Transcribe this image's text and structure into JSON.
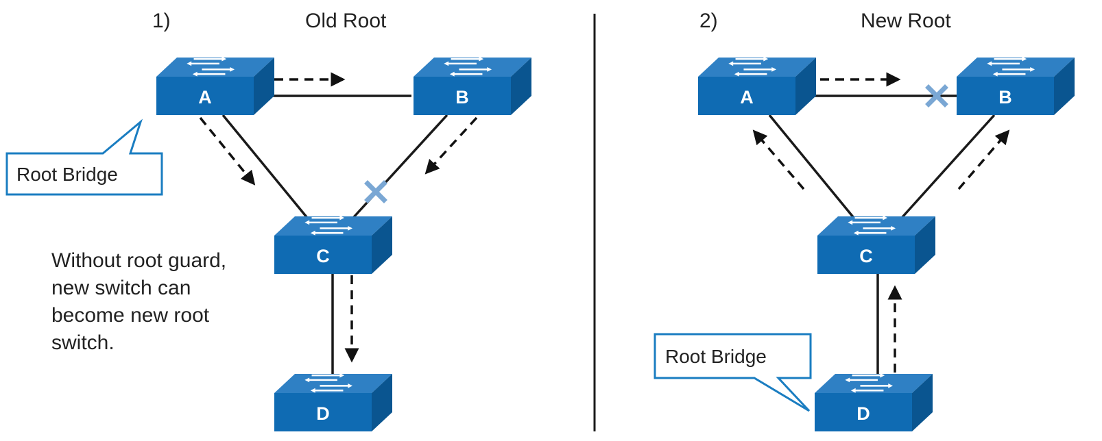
{
  "panels": [
    {
      "number": "1)",
      "title": "Old Root",
      "switches": [
        {
          "id": "A",
          "label": "A"
        },
        {
          "id": "B",
          "label": "B"
        },
        {
          "id": "C",
          "label": "C"
        },
        {
          "id": "D",
          "label": "D"
        }
      ],
      "callout": "Root Bridge",
      "note": [
        "Without root guard,",
        "new switch can",
        "become new root",
        "switch."
      ]
    },
    {
      "number": "2)",
      "title": "New Root",
      "switches": [
        {
          "id": "A",
          "label": "A"
        },
        {
          "id": "B",
          "label": "B"
        },
        {
          "id": "C",
          "label": "C"
        },
        {
          "id": "D",
          "label": "D"
        }
      ],
      "callout": "Root Bridge"
    }
  ],
  "colors": {
    "switch_top": "#2f80c4",
    "switch_front": "#0f6bb3",
    "switch_side": "#0a5590",
    "blocked_port": "#7aa7d4",
    "callout_border": "#1a7dc1"
  }
}
